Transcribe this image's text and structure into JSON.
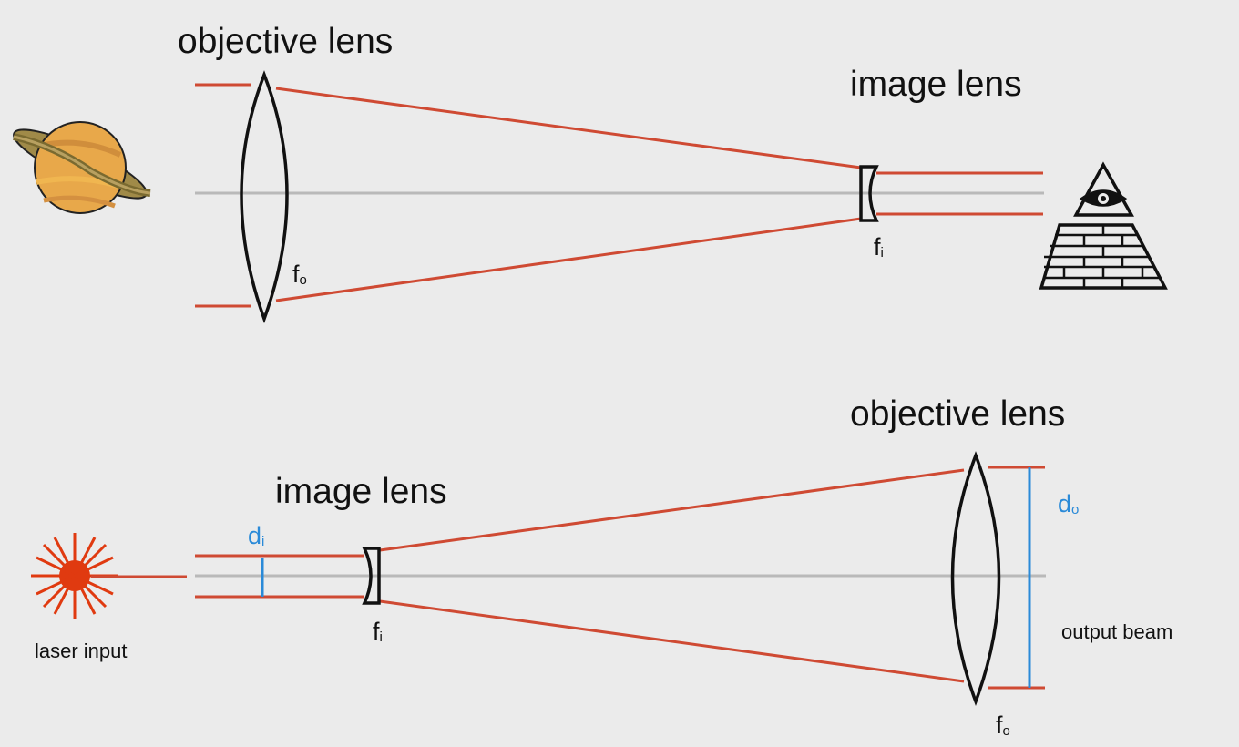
{
  "top_diagram": {
    "objective_label": "objective lens",
    "image_label": "image lens",
    "fo_symbol": "f",
    "fo_sub": "o",
    "fi_symbol": "f",
    "fi_sub": "i",
    "source_icon": "saturn-icon",
    "observer_icon": "eye-pyramid-icon"
  },
  "bottom_diagram": {
    "image_label": "image lens",
    "objective_label": "objective lens",
    "fi_symbol": "f",
    "fi_sub": "i",
    "fo_symbol": "f",
    "fo_sub": "o",
    "di_symbol": "d",
    "di_sub": "i",
    "do_symbol": "d",
    "do_sub": "o",
    "laser_label": "laser input",
    "output_label": "output beam",
    "source_icon": "laser-burst-icon"
  },
  "colors": {
    "ray": "#cf4a33",
    "axis": "#b9b9b9",
    "diameter": "#2a8ad8",
    "background": "#ebebeb"
  }
}
